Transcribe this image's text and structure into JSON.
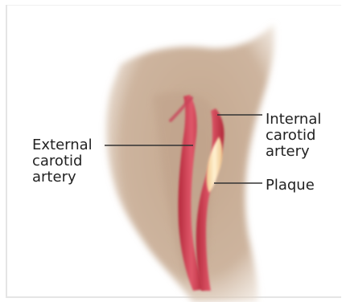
{
  "labels": {
    "external": "External\ncarotid\nartery",
    "internal": "Internal\ncarotid\nartery",
    "plaque": "Plaque"
  },
  "colors": {
    "skin": "#c8ad94",
    "artery": "#c8384a",
    "plaque": "#f5dba8",
    "leader": "#333333",
    "frame": "#e5e5e5"
  }
}
